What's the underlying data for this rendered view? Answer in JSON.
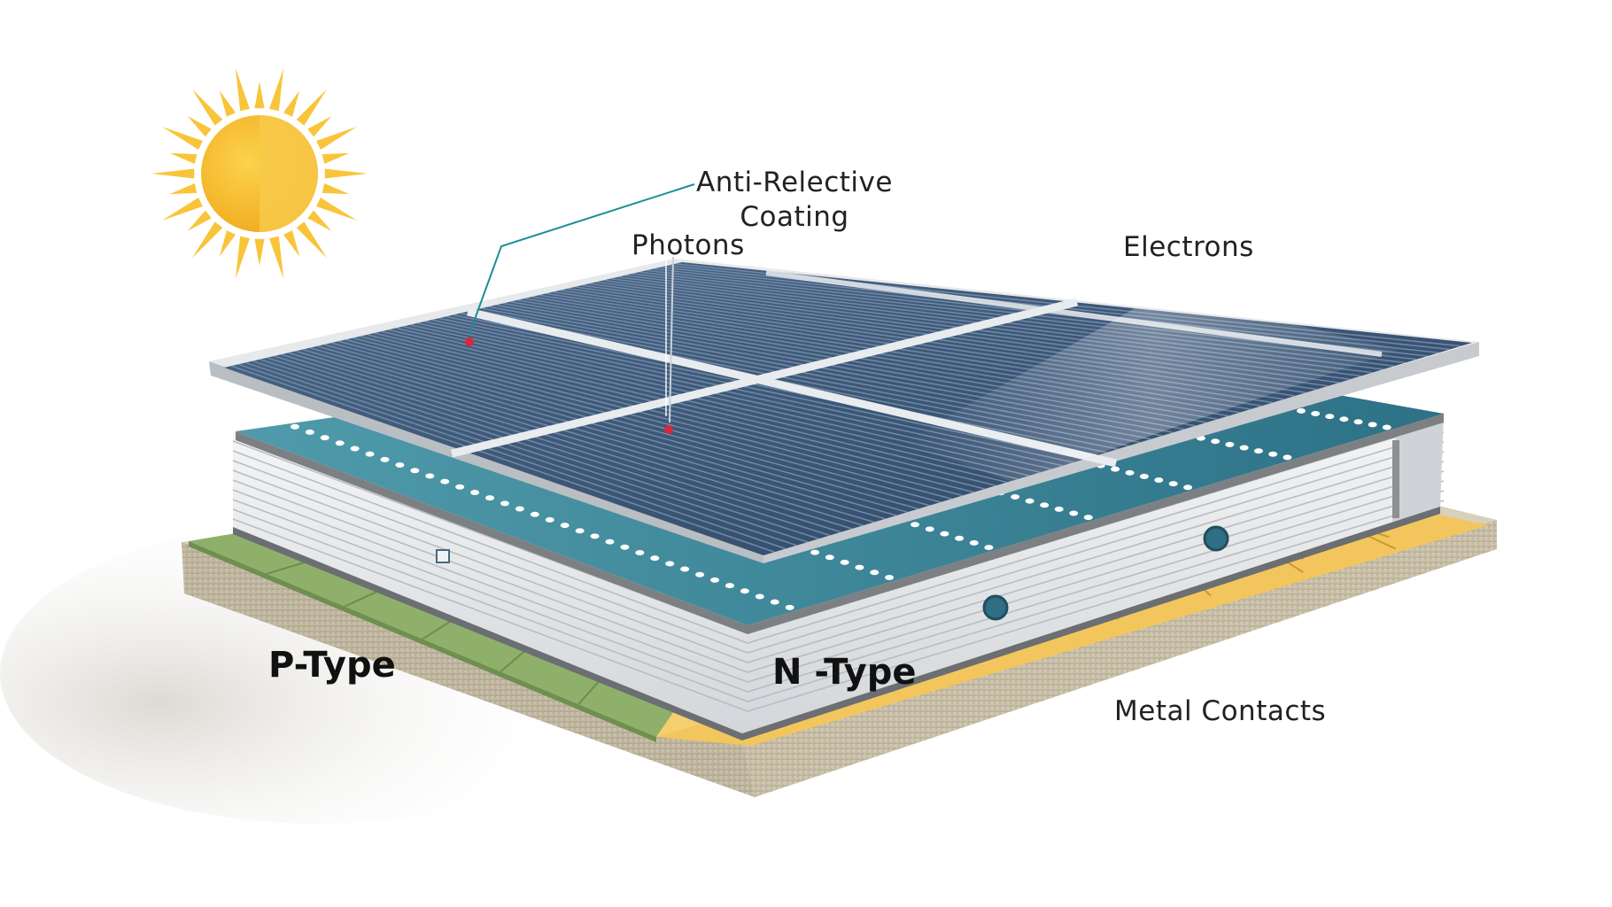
{
  "diagram": {
    "labels": {
      "anti_reflective_line1": "Anti-Relective",
      "anti_reflective_line2": "Coating",
      "photons": "Photons",
      "electrons": "Electrons",
      "p_type": "P-Type",
      "n_type": "N -Type",
      "metal_contacts": "Metal Contacts"
    },
    "icons": [
      "sun-icon"
    ],
    "colors": {
      "sun": "#f6b92b",
      "sun_rays": "#f9c93e",
      "panel_cells": "#3d5878",
      "cell_lines": "#6f86a4",
      "frame": "#d8dcde",
      "n_layer_teal": "#3d8a9c",
      "p_layer_green": "#8fb06b",
      "metal_contacts_yellow": "#f2c65c",
      "base_sand": "#c9bfa8",
      "layer_body": "#e9eaec",
      "pointer_line": "#1b8f96",
      "pointer_dot": "#d6283a"
    }
  }
}
